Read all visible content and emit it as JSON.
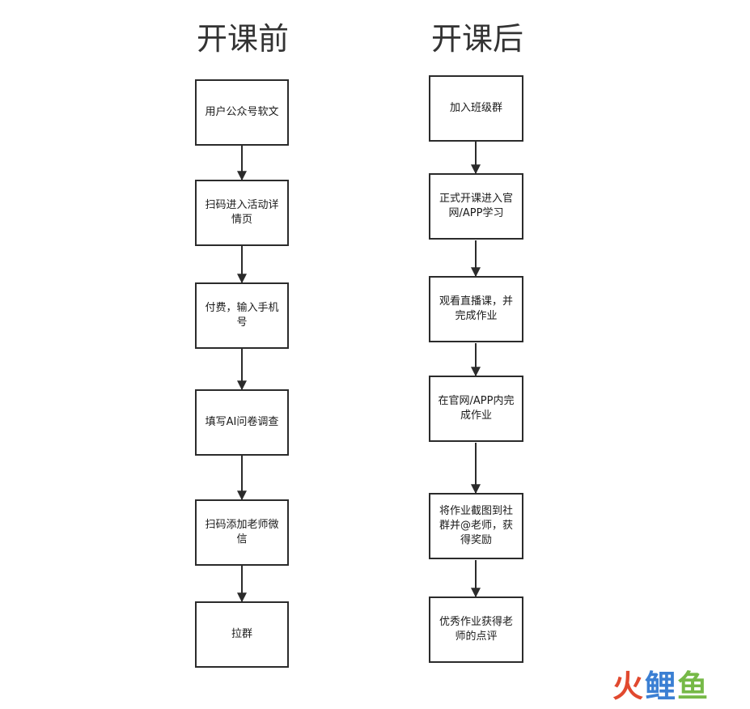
{
  "columns": {
    "before": {
      "title": "开课前",
      "steps": [
        "用户公众号软文",
        "扫码进入活动详情页",
        "付费，输入手机号",
        "填写AI问卷调查",
        "扫码添加老师微信",
        "拉群"
      ]
    },
    "after": {
      "title": "开课后",
      "steps": [
        "加入班级群",
        "正式开课进入官网/APP学习",
        "观看直播课，并完成作业",
        "在官网/APP内完成作业",
        "将作业截图到社群并@老师，获得奖励",
        "优秀作业获得老师的点评"
      ]
    }
  },
  "watermark": {
    "text": "火鲤鱼",
    "colors": [
      "#e1492f",
      "#3b7fd3",
      "#76b947"
    ]
  }
}
